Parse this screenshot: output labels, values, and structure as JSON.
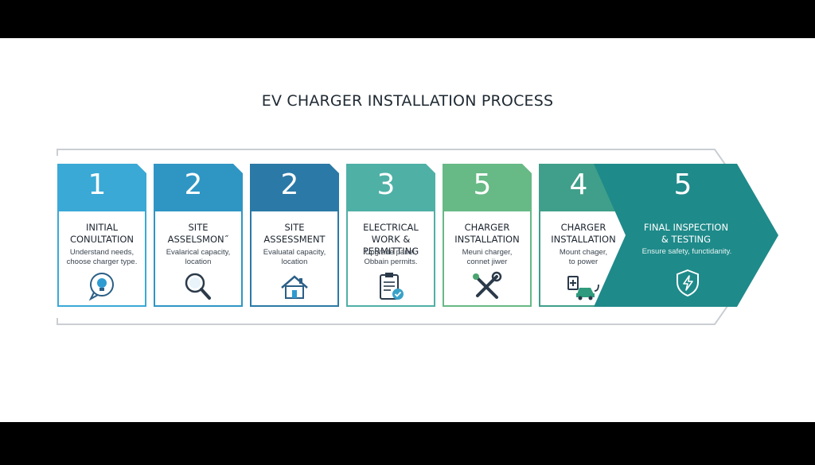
{
  "title": "EV CHARGER INSTALLATION PROCESS",
  "colors": {
    "step1": "#3aa9d6",
    "step2": "#2f96c4",
    "step3": "#2b79a6",
    "step4": "#4fb0a6",
    "step5": "#67b985",
    "step6": "#3f9f8a",
    "final": "#1f8a8a",
    "frame": "#c9ced3"
  },
  "steps": [
    {
      "number": "1",
      "heading": [
        "INITIAL",
        "CONULTATION"
      ],
      "desc": [
        "Understand needs,",
        "choose charger type."
      ],
      "icon": "lightbulb-chat-icon"
    },
    {
      "number": "2",
      "heading": [
        "SITE",
        "ASSELSMON˝"
      ],
      "desc": [
        "Evalarical capacity,",
        "location"
      ],
      "icon": "magnifier-icon"
    },
    {
      "number": "2",
      "heading": [
        "SITE",
        "ASSESSMENT"
      ],
      "desc": [
        "Evaluatal capacity,",
        "location"
      ],
      "icon": "house-icon"
    },
    {
      "number": "3",
      "heading": [
        "ELECTRICAL",
        "WORK & PERMITTING"
      ],
      "desc": [
        "Upgrade panel,",
        "Obbain permits."
      ],
      "icon": "clipboard-check-icon"
    },
    {
      "number": "5",
      "heading": [
        "CHARGER",
        "INSTALLATION"
      ],
      "desc": [
        "Meuni charger,",
        "connet jiwer"
      ],
      "icon": "tools-icon"
    },
    {
      "number": "4",
      "heading": [
        "CHARGER",
        "INSTALLATION"
      ],
      "desc": [
        "Mount chager,",
        "to power"
      ],
      "icon": "ev-car-plug-icon"
    }
  ],
  "final": {
    "number": "5",
    "heading": [
      "FINAL INSPECTION",
      "& TESTING"
    ],
    "desc": "Ensure safety, functidanity.",
    "icon": "shield-lightning-icon"
  }
}
